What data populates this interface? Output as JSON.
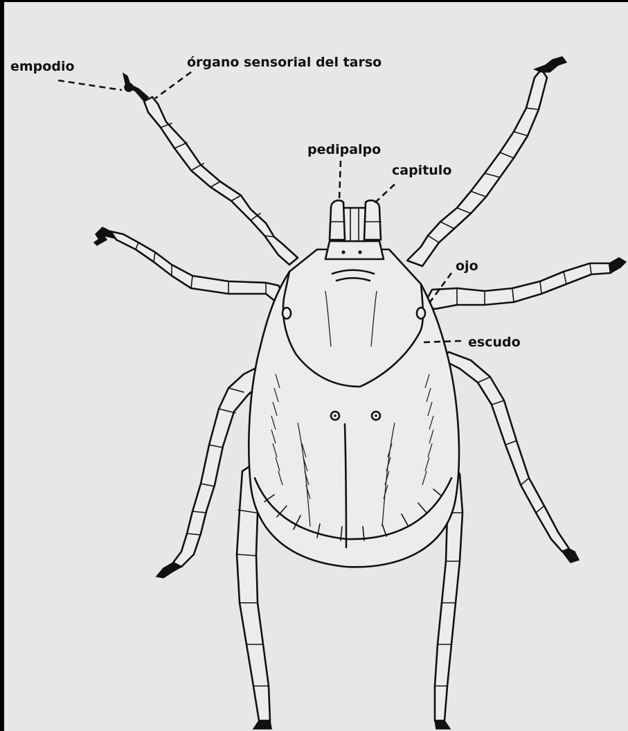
{
  "diagram": {
    "labels": {
      "empodio": "empodio",
      "organo_sensorial": "órgano sensorial del tarso",
      "pedipalpo": "pedipalpo",
      "capitulo": "capitulo",
      "ojo": "ojo",
      "escudo": "escudo"
    },
    "colors": {
      "background": "#e7e7e7",
      "ink": "#111111"
    }
  }
}
